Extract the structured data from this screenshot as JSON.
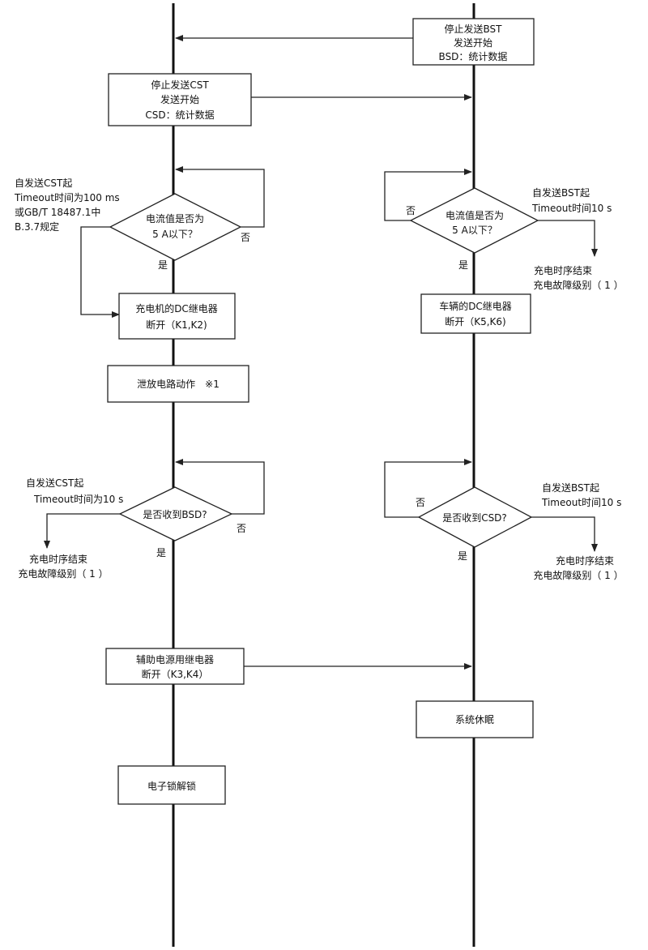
{
  "boxes": {
    "bst_stop": {
      "lines": [
        "停止发送BST",
        "发送开始",
        "BSD：统计数据"
      ]
    },
    "cst_stop": {
      "lines": [
        "停止发送CST",
        "发送开始",
        "CSD：统计数据"
      ]
    },
    "charger_dc_relay": {
      "lines": [
        "充电机的DC继电器",
        "断开（K1,K2)"
      ]
    },
    "vehicle_dc_relay": {
      "lines": [
        "车辆的DC继电器",
        "断开（K5,K6)"
      ]
    },
    "discharge": {
      "lines": [
        "泄放电路动作　※1"
      ]
    },
    "aux_relay": {
      "lines": [
        "辅助电源用继电器",
        "断开（K3,K4）"
      ]
    },
    "sleep": {
      "lines": [
        "系统休眠"
      ]
    },
    "unlock": {
      "lines": [
        "电子锁解锁"
      ]
    }
  },
  "decisions": {
    "current_left": {
      "lines": [
        "电流值是否为",
        "5 A以下？"
      ]
    },
    "current_right": {
      "lines": [
        "电流值是否为",
        "5 A以下？"
      ]
    },
    "bsd_received": {
      "lines": [
        "是否收到BSD?"
      ]
    },
    "csd_received": {
      "lines": [
        "是否收到CSD?"
      ]
    }
  },
  "labels": {
    "yes": "是",
    "no": "否"
  },
  "notes": {
    "left_timeout_current": {
      "lines": [
        "自发送CST起",
        "Timeout时间为100 ms",
        "或GB/T 18487.1中",
        "B.3.7规定"
      ]
    },
    "right_timeout_current": {
      "lines": [
        "自发送BST起",
        "Timeout时间10 s"
      ]
    },
    "right_end_1": {
      "lines": [
        "充电时序结束",
        "充电故障级别（ 1 ）"
      ]
    },
    "left_timeout_bsd": {
      "lines": [
        "自发送CST起",
        "Timeout时间为10 s"
      ]
    },
    "left_end_2": {
      "lines": [
        "充电时序结束",
        "充电故障级别（ 1 ）"
      ]
    },
    "right_timeout_csd": {
      "lines": [
        "自发送BST起",
        "Timeout时间10 s"
      ]
    },
    "right_end_2": {
      "lines": [
        "充电时序结束",
        "充电故障级别（ 1 ）"
      ]
    }
  }
}
